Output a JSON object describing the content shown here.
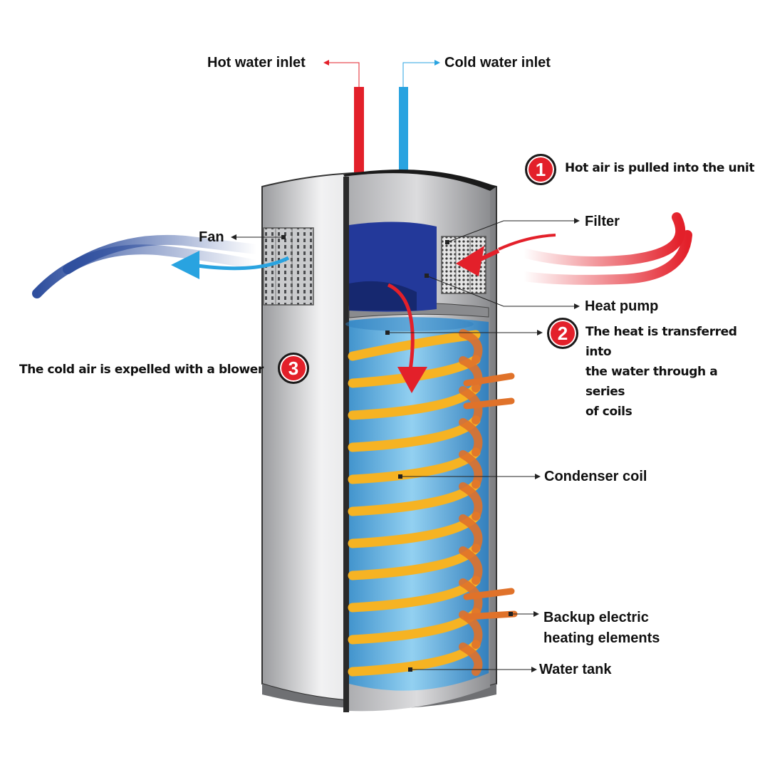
{
  "labels": {
    "hot_water_inlet": "Hot water inlet",
    "cold_water_inlet": "Cold water inlet",
    "filter": "Filter",
    "fan": "Fan",
    "heat_pump": "Heat pump",
    "condenser_coil": "Condenser coil",
    "backup_heating_line1": "Backup electric",
    "backup_heating_line2": "heating elements",
    "water_tank": "Water tank"
  },
  "steps": [
    {
      "number": "1",
      "text": "Hot air is pulled into the unit"
    },
    {
      "number": "2",
      "lines": [
        "The heat is transferred into",
        "the water through a series",
        "of coils"
      ]
    },
    {
      "number": "3",
      "text": "The cold air is expelled with a blower"
    }
  ],
  "colors": {
    "hot": "#e3202a",
    "cold": "#29a3e0",
    "exhaust_air": "#2f4f9e",
    "pump": "#23399a",
    "water": "#5bb6e6",
    "coil": "#f6b323",
    "copper": "#e0722a",
    "shell": "#c8c9cb"
  }
}
